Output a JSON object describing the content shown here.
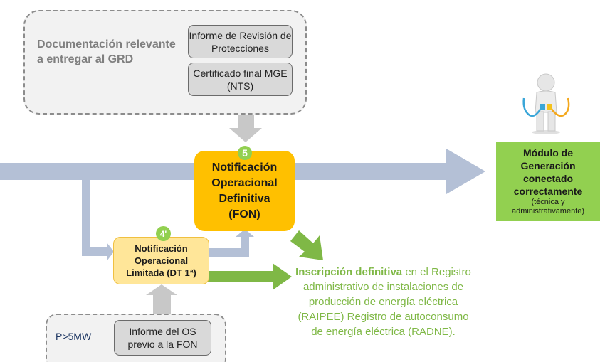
{
  "documentation": {
    "title": "Documentación relevante  a entregar al GRD",
    "items": [
      "Informe de Revisión de Protecciones",
      "Certificado final MGE (NTS)"
    ]
  },
  "fon": {
    "badge": "5",
    "label": "Notificación Operacional Definitiva (FON)"
  },
  "fonl": {
    "badge": "4'",
    "label": "Notificación Operacional Limitada (DT 1ª)"
  },
  "module": {
    "title": "Módulo de Generación conectado correctamente",
    "subtitle": "(técnica y administrativamente)"
  },
  "inscription": {
    "bold": "Inscripción definitiva",
    "text": " en el Registro administrativo de instalaciones de producción de energía eléctrica (RAIPEE) Registro de autoconsumo de energía eléctrica (RADNE)."
  },
  "os_report": {
    "condition": "P>5MW",
    "label": "Informe del OS previo a la FON"
  },
  "colors": {
    "main_arrow": "#b4c0d6",
    "grey_arrow": "#c8c8c8",
    "green": "#92d050",
    "fon": "#ffc000",
    "fonl": "#ffe699"
  },
  "icons": {
    "figure": "connected-person-icon"
  }
}
